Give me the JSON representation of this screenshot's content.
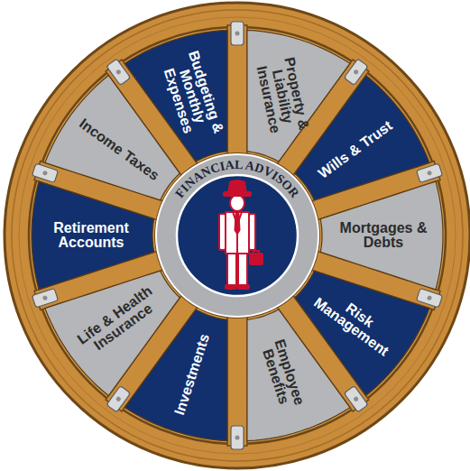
{
  "diagram": {
    "nodes": [
      {
        "text": [
          "FINANCIAL ADVISOR"
        ]
      },
      {
        "text": [
          "Budgeting & Monthly Expenses"
        ]
      },
      {
        "text": [
          "Property & Liability Insurance"
        ]
      },
      {
        "text": [
          "Wills & Trust"
        ]
      },
      {
        "text": [
          "Mortgages & Debts"
        ]
      },
      {
        "text": [
          "Risk Management"
        ]
      },
      {
        "text": [
          "Employee Benefits"
        ]
      },
      {
        "text": [
          "Investments"
        ]
      },
      {
        "text": [
          "Life & Health Insurance"
        ]
      },
      {
        "text": [
          "Retirement Accounts"
        ]
      },
      {
        "text": [
          "Income Taxes"
        ]
      }
    ]
  }
}
